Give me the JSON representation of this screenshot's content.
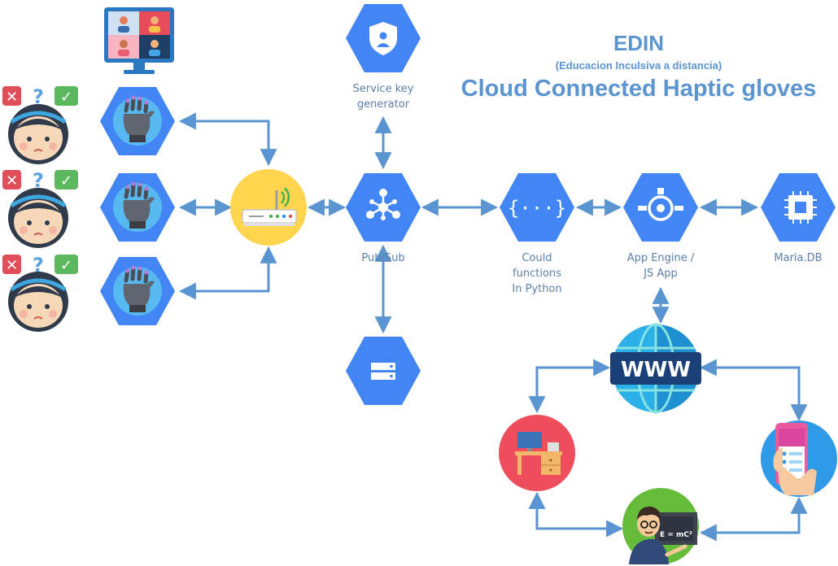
{
  "header": {
    "title": "EDIN",
    "subtitle": "(Educacion Inculsiva a distancia)",
    "headline": "Cloud Connected Haptic gloves"
  },
  "nodes": {
    "service_key": "Service key\ngenerator",
    "pubsub": "Pub/Sub",
    "functions": "Could\nfunctions\nIn Python",
    "app_engine": "App Engine /\nJS App",
    "mariadb": "Maria.DB"
  },
  "colors": {
    "hex_blue": "#4285f4",
    "arrow": "#5b95d1",
    "title": "#5b95d1",
    "label": "#5b7fa8",
    "router": "#ffd54f",
    "desk_bg": "#ee4e5b",
    "phone_bg": "#2f9ae8",
    "teacher_bg": "#66bb3a"
  }
}
